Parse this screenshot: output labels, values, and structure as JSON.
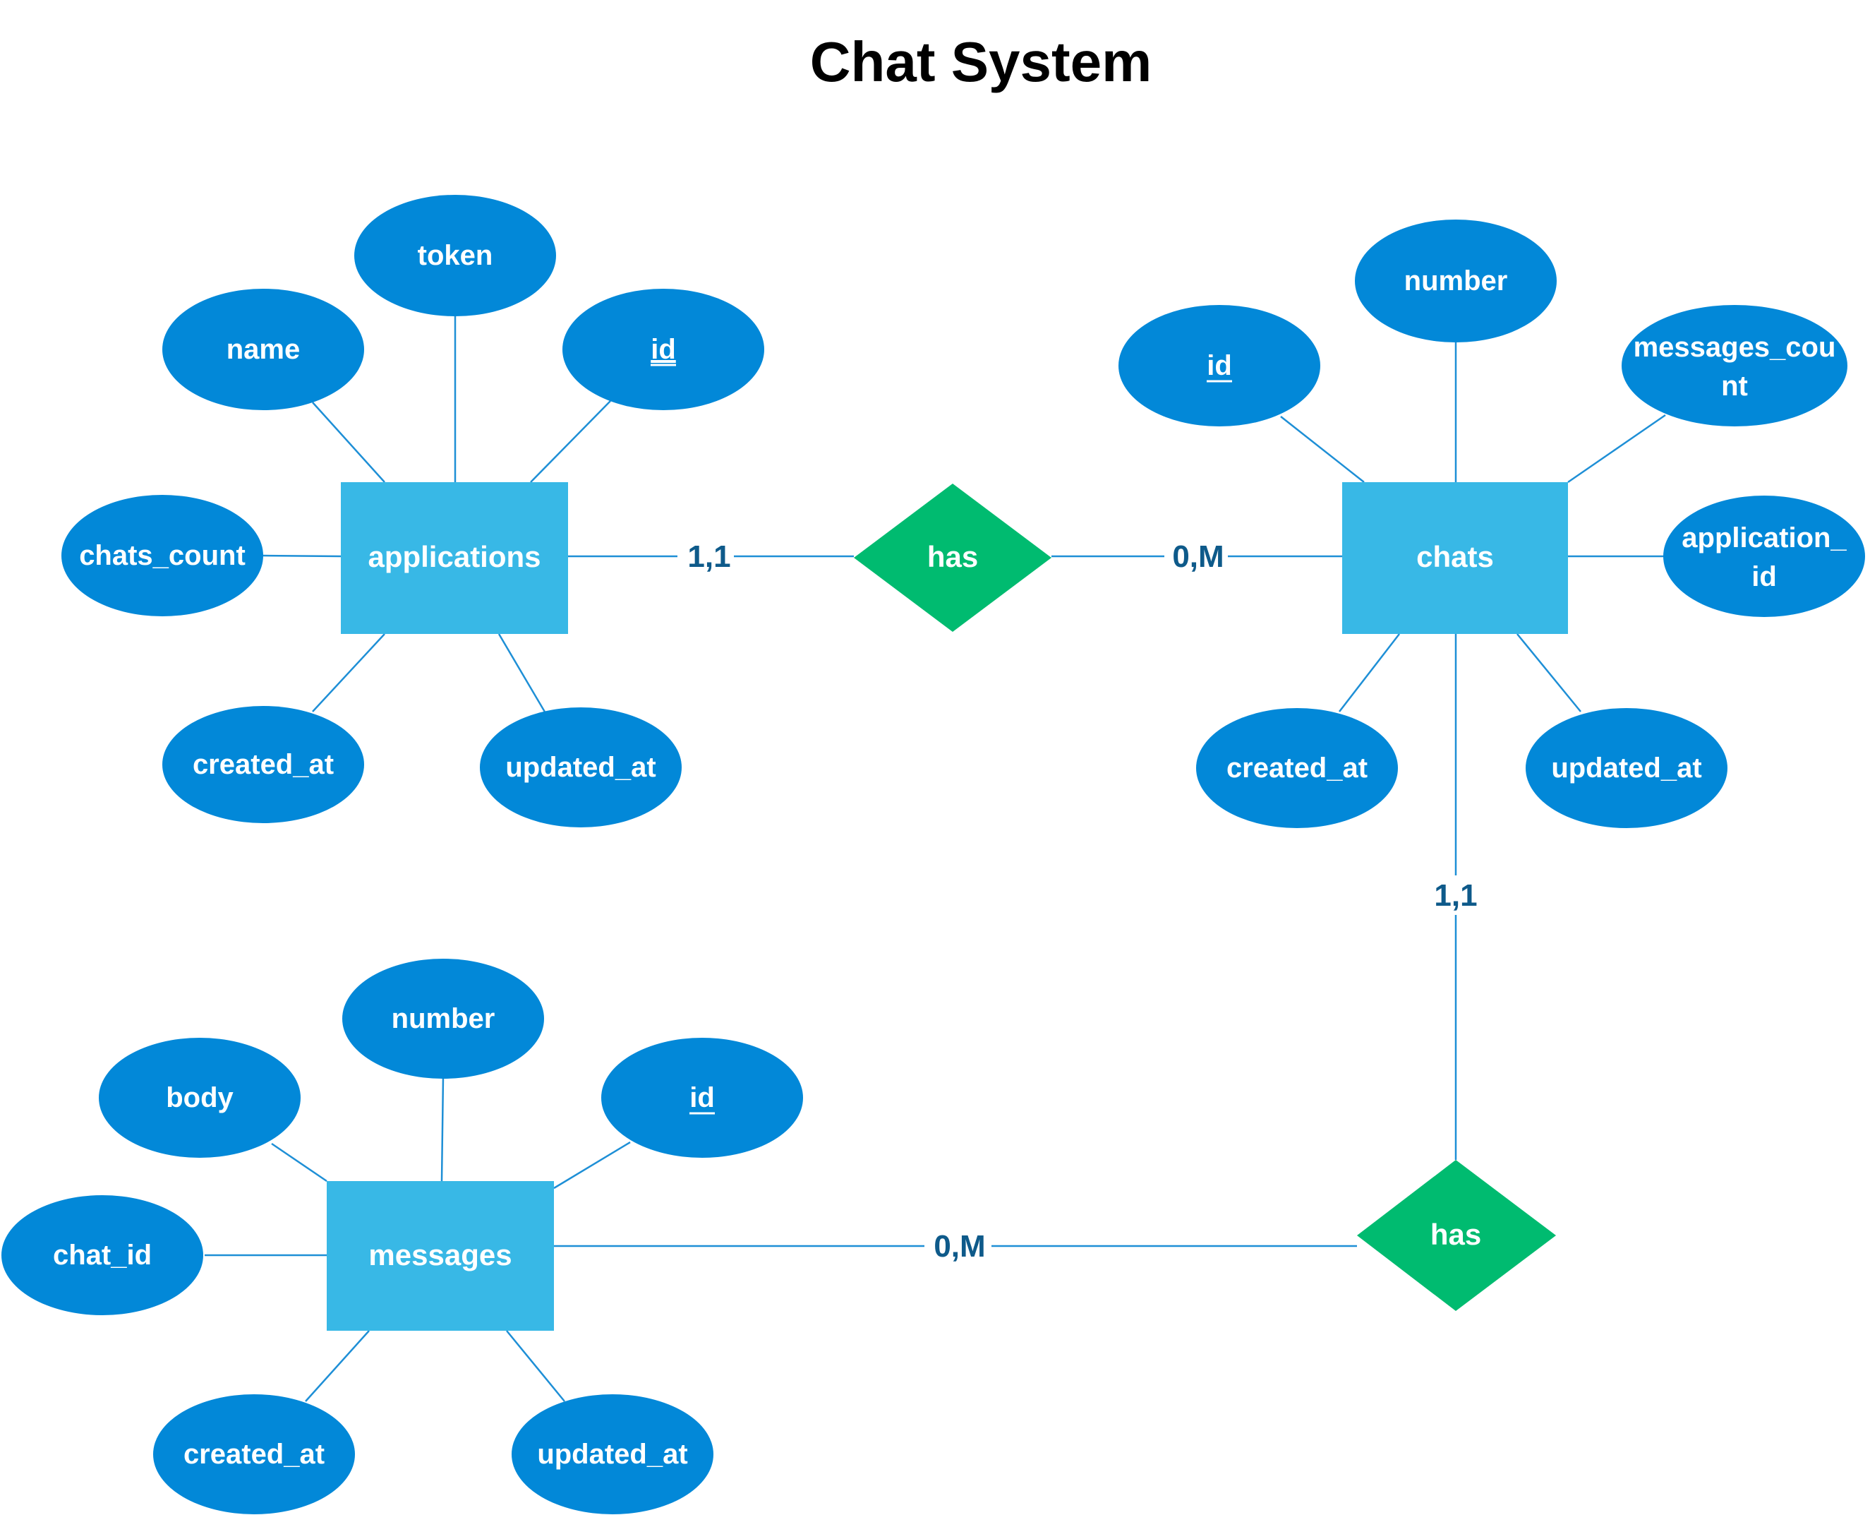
{
  "title": "Chat System",
  "colors": {
    "attribute": "#0288d8",
    "entity": "#38b8e6",
    "relationship": "#00bb70",
    "line": "#1e8fd6",
    "cardinality": "#0e5a8a"
  },
  "entities": {
    "applications": {
      "label": "applications",
      "attributes": {
        "token": "token",
        "name": "name",
        "id": "id",
        "chats_count": "chats_count",
        "created_at": "created_at",
        "updated_at": "updated_at"
      }
    },
    "chats": {
      "label": "chats",
      "attributes": {
        "number": "number",
        "id": "id",
        "messages_count_l1": "messages_cou",
        "messages_count_l2": "nt",
        "application_id_l1": "application_",
        "application_id_l2": "id",
        "created_at": "created_at",
        "updated_at": "updated_at"
      }
    },
    "messages": {
      "label": "messages",
      "attributes": {
        "number": "number",
        "body": "body",
        "id": "id",
        "chat_id": "chat_id",
        "created_at": "created_at",
        "updated_at": "updated_at"
      }
    }
  },
  "relationships": {
    "app_chats": {
      "label": "has",
      "card_left": "1,1",
      "card_right": "0,M"
    },
    "chats_messages": {
      "label": "has",
      "card_top": "1,1",
      "card_left": "0,M"
    }
  }
}
